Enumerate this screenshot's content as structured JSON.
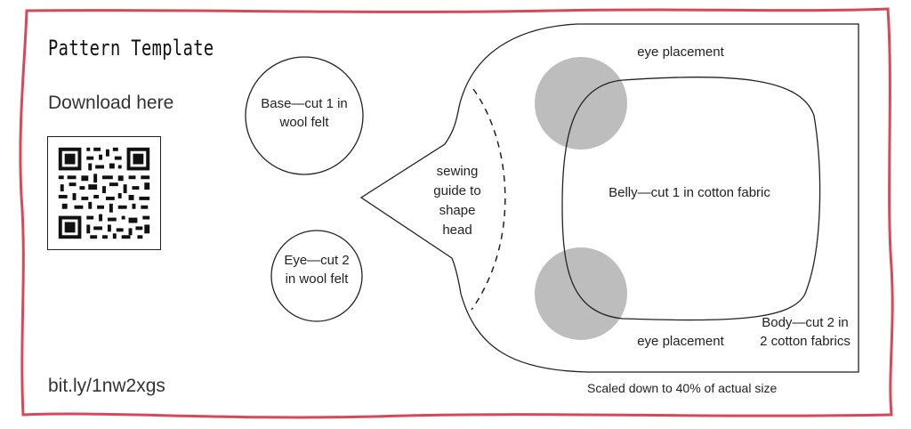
{
  "title": "Pattern Template",
  "download": "Download here",
  "short_url": "bit.ly/1nw2xgs",
  "labels": {
    "base": "Base—cut 1 in wool felt",
    "eye": "Eye—cut 2 in wool felt",
    "sewing": "sewing guide to shape head",
    "eye_top": "eye placement",
    "eye_bottom": "eye placement",
    "belly": "Belly—cut 1 in cotton fabric",
    "body": "Body—cut 2 in 2 cotton fabrics"
  },
  "note": "Scaled down to 40% of actual size",
  "colors": {
    "frame": "#d9485a",
    "eye_fill": "#bdbdbd",
    "ink": "#222222"
  },
  "icons": {
    "qr": "qr-code-icon"
  }
}
